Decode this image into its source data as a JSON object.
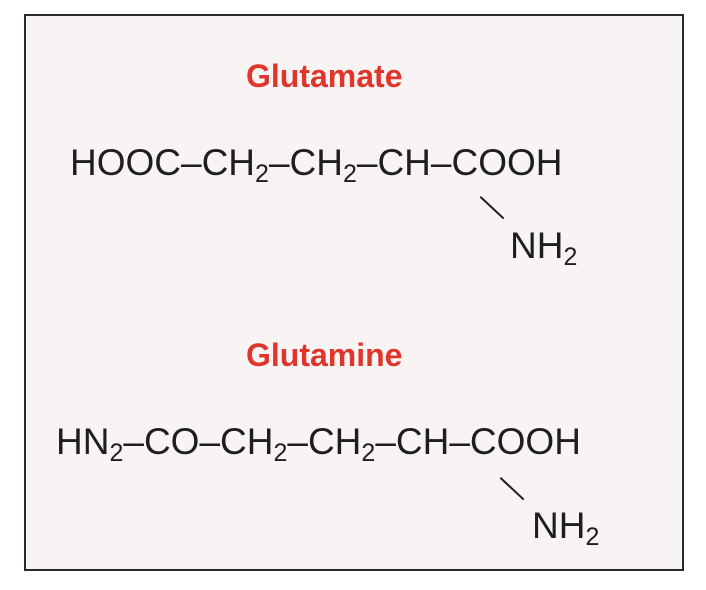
{
  "colors": {
    "title": "#e0352b",
    "text": "#1e1e1e",
    "frame": "#2a2a2a",
    "panel": "#f7f4f3"
  },
  "glutamate": {
    "title": "Glutamate",
    "chain": [
      {
        "t": "HOOC"
      },
      {
        "t": "–"
      },
      {
        "t": "CH",
        "s": "2"
      },
      {
        "t": "–"
      },
      {
        "t": "CH",
        "s": "2"
      },
      {
        "t": "–"
      },
      {
        "t": "CH"
      },
      {
        "t": "–"
      },
      {
        "t": "COOH"
      }
    ],
    "substituent": {
      "t": "NH",
      "s": "2"
    }
  },
  "glutamine": {
    "title": "Glutamine",
    "chain": [
      {
        "t": "HN",
        "s": "2"
      },
      {
        "t": "–"
      },
      {
        "t": "CO"
      },
      {
        "t": "–"
      },
      {
        "t": "CH",
        "s": "2"
      },
      {
        "t": "–"
      },
      {
        "t": "CH",
        "s": "2"
      },
      {
        "t": "–"
      },
      {
        "t": "CH"
      },
      {
        "t": "–"
      },
      {
        "t": "COOH"
      }
    ],
    "substituent": {
      "t": "NH",
      "s": "2"
    }
  }
}
